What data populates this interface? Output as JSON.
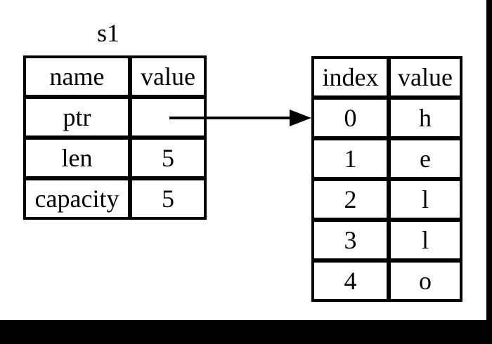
{
  "canvas": {
    "background_color": "#ffffff",
    "bezel_color": "#000000",
    "ink_color": "#000000"
  },
  "diagram": {
    "kind": "rust-string-memory-layout",
    "stack": {
      "title": "s1",
      "headers": {
        "col1": "name",
        "col2": "value"
      },
      "rows": [
        {
          "name": "ptr",
          "value": ""
        },
        {
          "name": "len",
          "value": "5"
        },
        {
          "name": "capacity",
          "value": "5"
        }
      ]
    },
    "heap": {
      "headers": {
        "col1": "index",
        "col2": "value"
      },
      "rows": [
        {
          "index": "0",
          "value": "h"
        },
        {
          "index": "1",
          "value": "e"
        },
        {
          "index": "2",
          "value": "l"
        },
        {
          "index": "3",
          "value": "l"
        },
        {
          "index": "4",
          "value": "o"
        }
      ]
    },
    "arrow": {
      "from": "stack-ptr-value-cell",
      "to": "heap-index-0-row"
    }
  }
}
